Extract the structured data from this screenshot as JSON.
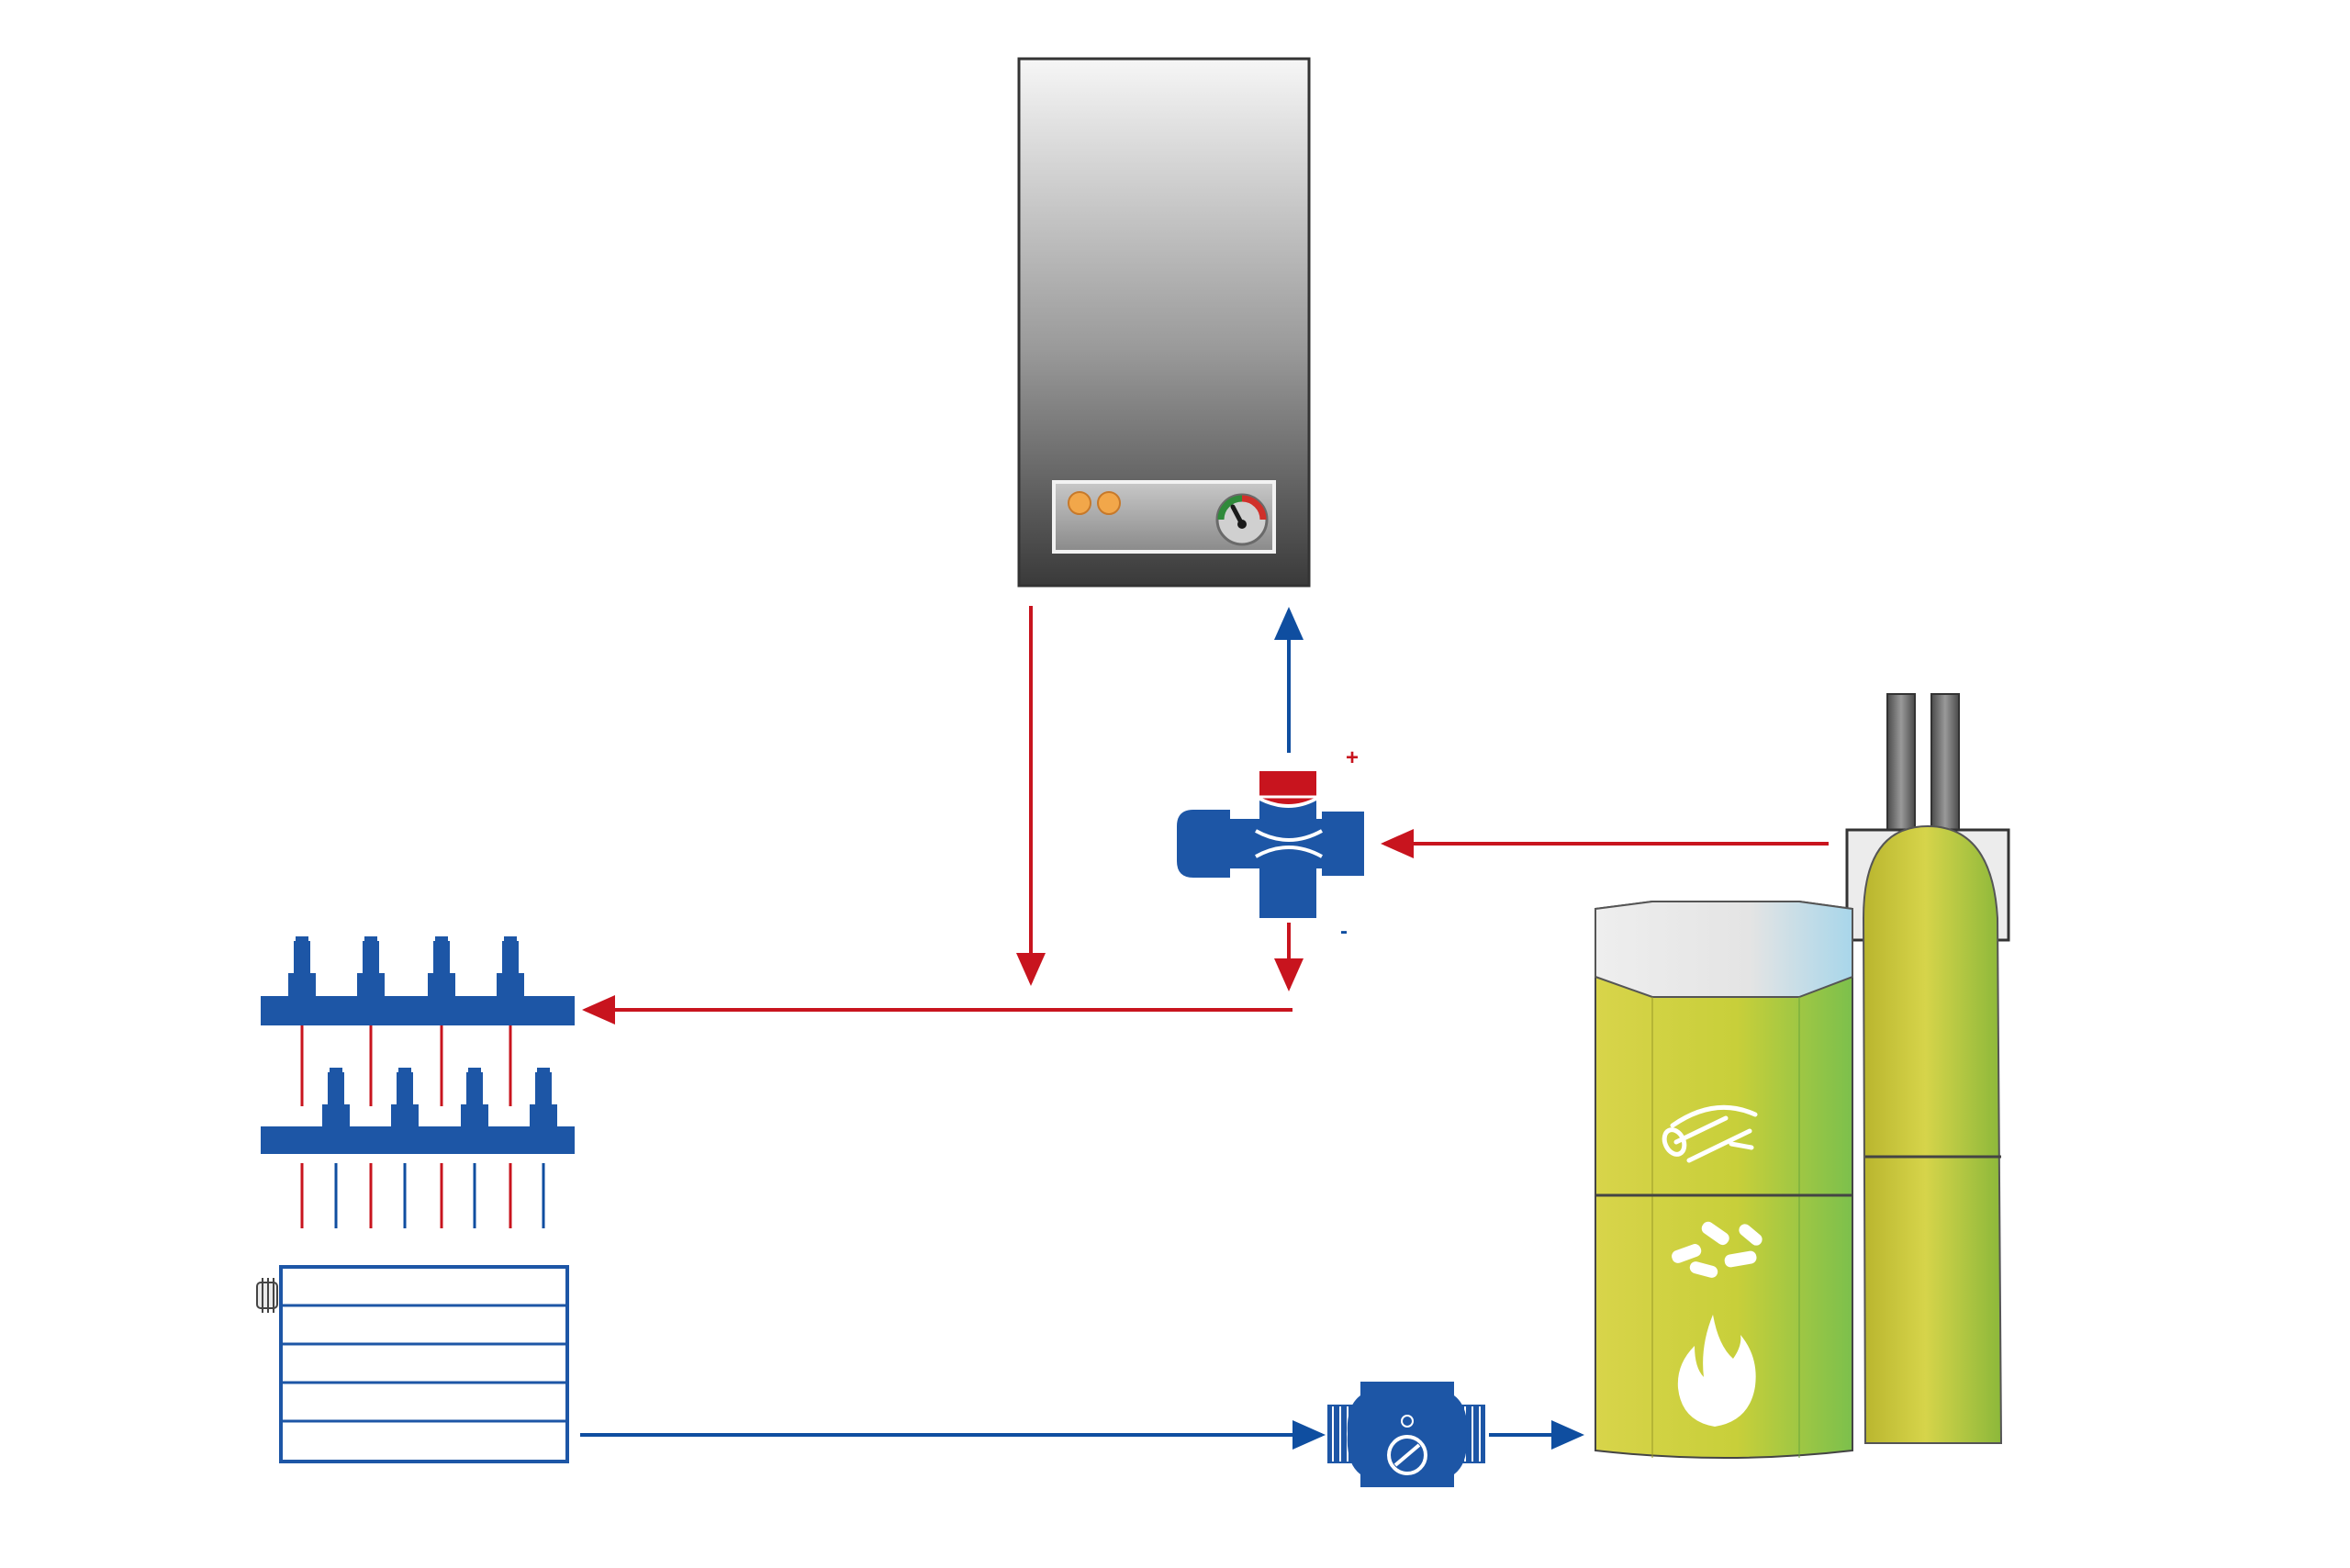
{
  "colors": {
    "hot": "#c8141e",
    "cold": "#0f4ea0",
    "fitting": "#1d56a6",
    "boiler_gradient_top": "#f2f2f2",
    "boiler_gradient_bottom": "#3a3a3a",
    "pellet_yellow": "#c9cf3a",
    "pellet_green": "#7fc04a",
    "background": "#ffffff"
  },
  "diagram": {
    "mixing_valve": {
      "plus_label": "+",
      "minus_label": "-"
    }
  },
  "components": [
    {
      "name": "wall-gas-boiler",
      "icon": "gas-boiler-icon"
    },
    {
      "name": "three-way-mixing-valve",
      "icon": "mixing-valve-icon"
    },
    {
      "name": "underfloor-manifold-supply",
      "icon": "manifold-icon"
    },
    {
      "name": "underfloor-manifold-return",
      "icon": "manifold-icon"
    },
    {
      "name": "panel-radiator",
      "icon": "radiator-icon"
    },
    {
      "name": "circulation-pump",
      "icon": "pump-icon"
    },
    {
      "name": "pellet-boiler",
      "icon": "pellet-boiler-icon"
    },
    {
      "name": "pellet-hopper",
      "icon": "hopper-icon"
    },
    {
      "name": "fire-symbol",
      "icon": "flame-icon"
    },
    {
      "name": "pellets-symbol",
      "icon": "pellets-icon"
    },
    {
      "name": "wood-symbol",
      "icon": "wood-logs-icon"
    }
  ],
  "flows": [
    {
      "name": "boiler-supply",
      "type": "hot"
    },
    {
      "name": "boiler-return",
      "type": "cold"
    },
    {
      "name": "pellet-supply-to-valve",
      "type": "hot"
    },
    {
      "name": "valve-to-manifold",
      "type": "hot"
    },
    {
      "name": "radiator-return-to-pump",
      "type": "cold"
    },
    {
      "name": "pump-to-pellet-boiler",
      "type": "cold"
    }
  ]
}
